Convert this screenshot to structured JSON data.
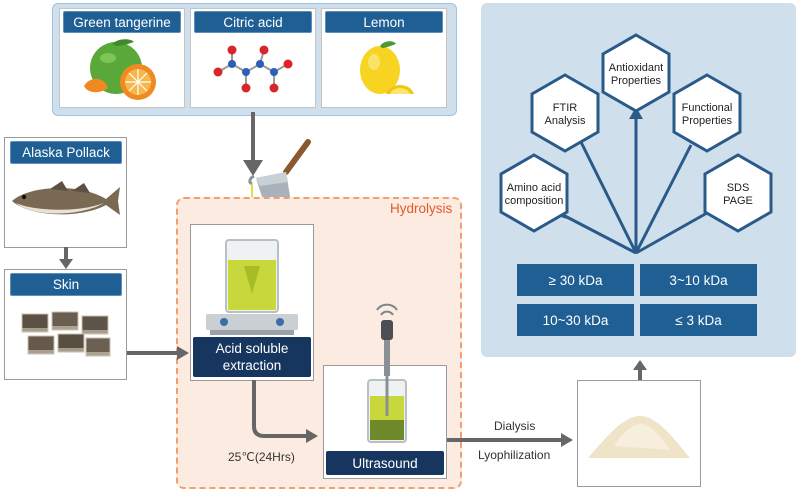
{
  "sources": {
    "green_tangerine": "Green tangerine",
    "citric_acid": "Citric acid",
    "lemon": "Lemon"
  },
  "raw": {
    "alaska_pollack": "Alaska Pollack",
    "skin": "Skin"
  },
  "hydrolysis": {
    "label": "Hydrolysis",
    "acid_line1": "Acid soluble",
    "acid_line2": "extraction",
    "condition": "25℃(24Hrs)",
    "ultrasound": "Ultrasound"
  },
  "post": {
    "dialysis": "Dialysis",
    "lyophilization": "Lyophilization"
  },
  "analyses": {
    "amino_1": "Amino acid",
    "amino_2": "composition",
    "ftir_1": "FTIR",
    "ftir_2": "Analysis",
    "antiox_1": "Antioxidant",
    "antiox_2": "Properties",
    "func_1": "Functional",
    "func_2": "Properties",
    "sds_1": "SDS",
    "sds_2": "PAGE"
  },
  "fractions": {
    "f1": "≥ 30 kDa",
    "f2": "3~10 kDa",
    "f3": "10~30 kDa",
    "f4": "≤ 3 kDa"
  },
  "colors": {
    "tag_blue": "#1f5f94",
    "navy": "#17365f",
    "panel_bg": "#cfe0ec",
    "hydro_bg": "#fcebe0",
    "hydro_border": "#f0a070",
    "hydro_text": "#e05a2a"
  }
}
